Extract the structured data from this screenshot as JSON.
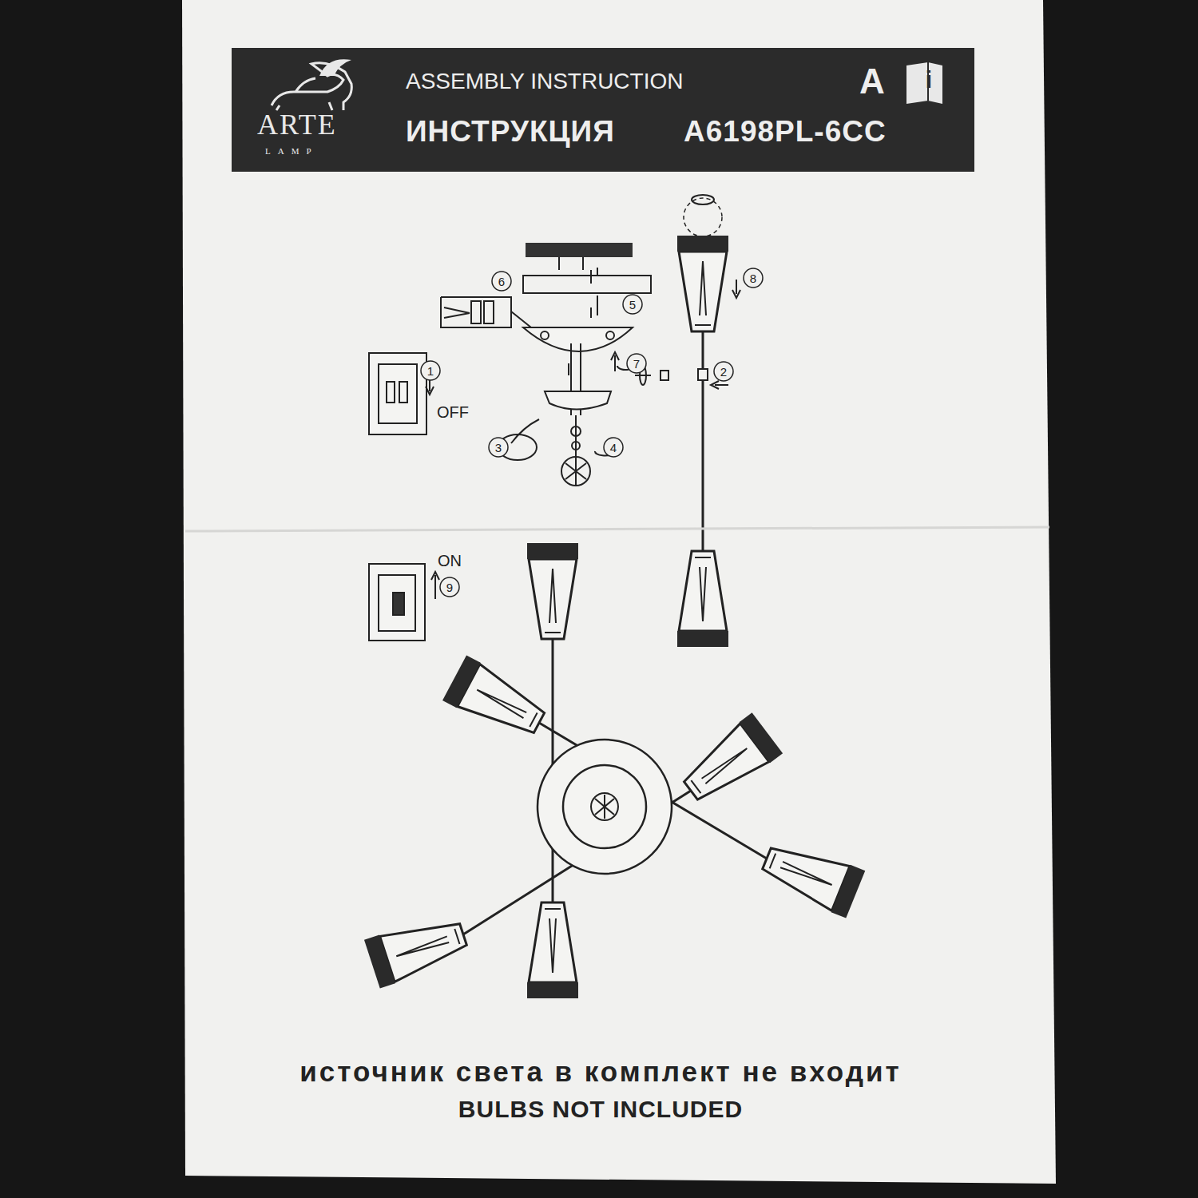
{
  "diagram": {
    "nodes": [
      {
        "text": [
          "ARTE",
          "LAMP",
          "ASSEMBLY INSTRUCTION",
          "ИНСТРУКЦИЯ",
          "A6198PL-6CC",
          "A"
        ]
      }
    ],
    "labels": [
      "6",
      "5",
      "1",
      "OFF",
      "7",
      "3",
      "4",
      "2",
      "8",
      "i",
      "ON",
      "9",
      "источник света в комплект не входит",
      "BULBS NOT INCLUDED"
    ]
  }
}
